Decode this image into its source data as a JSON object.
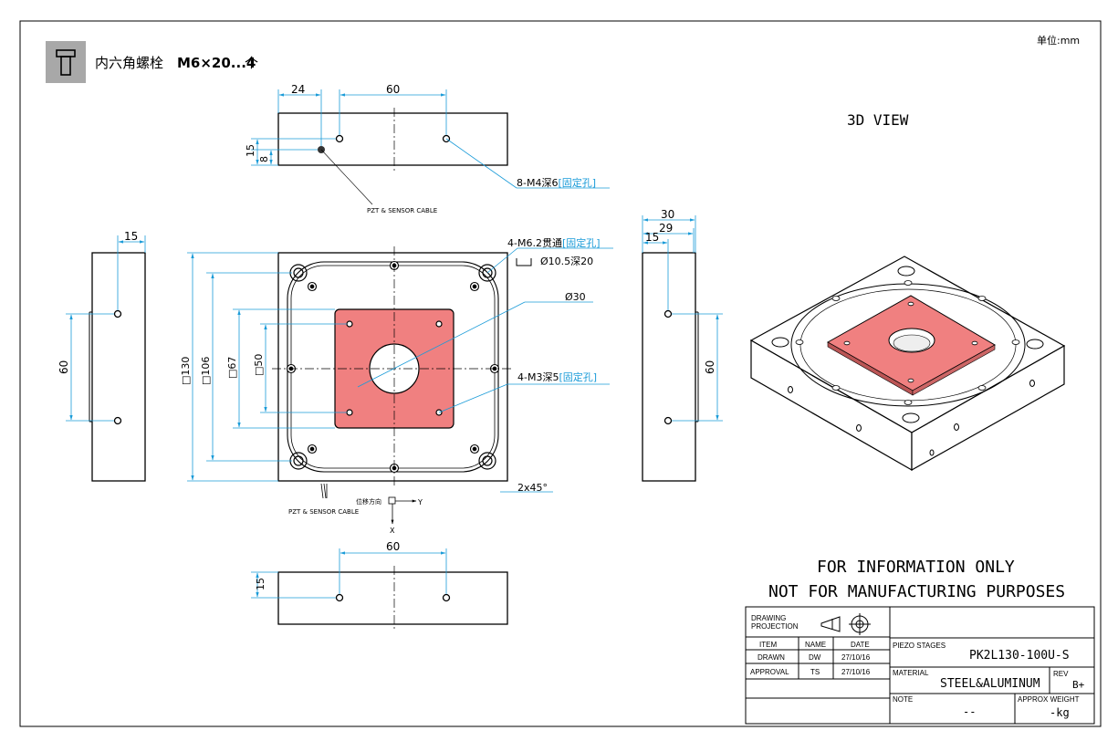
{
  "header": {
    "part_label": "内六角螺栓",
    "part_spec": "M6×20...4",
    "part_unit": "个",
    "unit_label": "单位:mm"
  },
  "top_view": {
    "dim_24": "24",
    "dim_60": "60",
    "dim_15": "15",
    "dim_8": "8",
    "callout_prefix": "8-M4深6",
    "callout_tag": "[固定孔]",
    "cable_label": "PZT & SENSOR CABLE"
  },
  "front_view": {
    "callout1_prefix": "4-M6.2贯通",
    "callout1_tag": "[固定孔]",
    "callout1_cbore": "Ø10.5深20",
    "callout_bore": "Ø30",
    "callout2_prefix": "4-M3深5",
    "callout2_tag": "[固定孔]",
    "dim_130": "□130",
    "dim_106": "□106",
    "dim_67": "□67",
    "dim_50": "□50",
    "chamfer": "2x45°",
    "cable_label": "PZT & SENSOR CABLE",
    "axis_label": "位移方向",
    "axis_y": "Y",
    "axis_x": "X"
  },
  "left_view": {
    "dim_15": "15",
    "dim_60": "60"
  },
  "right_view": {
    "dim_30": "30",
    "dim_29": "29",
    "dim_15": "15",
    "dim_60": "60"
  },
  "bottom_view": {
    "dim_60": "60",
    "dim_15": "15"
  },
  "iso_view": {
    "label": "3D VIEW"
  },
  "notice": {
    "line1": "FOR INFORMATION ONLY",
    "line2": "NOT FOR MANUFACTURING PURPOSES"
  },
  "title_block": {
    "projection_label_1": "DRAWING",
    "projection_label_2": "PROJECTION",
    "col_item": "ITEM",
    "col_name": "NAME",
    "col_date": "DATE",
    "row1_item": "DRAWN",
    "row1_name": "DW",
    "row1_date": "27/10/16",
    "row2_item": "APPROVAL",
    "row2_name": "TS",
    "row2_date": "27/10/16",
    "category_label": "PIEZO STAGES",
    "part_number": "PK2L130-100U-S",
    "material_label": "MATERIAL",
    "material_value": "STEEL&ALUMINUM",
    "rev_label": "REV",
    "rev_value": "B+",
    "note_label": "NOTE",
    "note_value": "--",
    "weight_label": "APPROX WEIGHT",
    "weight_value": "-kg"
  },
  "colors": {
    "dimension": "#1a9bd8",
    "stage_top": "#f08080",
    "line": "#000000"
  }
}
